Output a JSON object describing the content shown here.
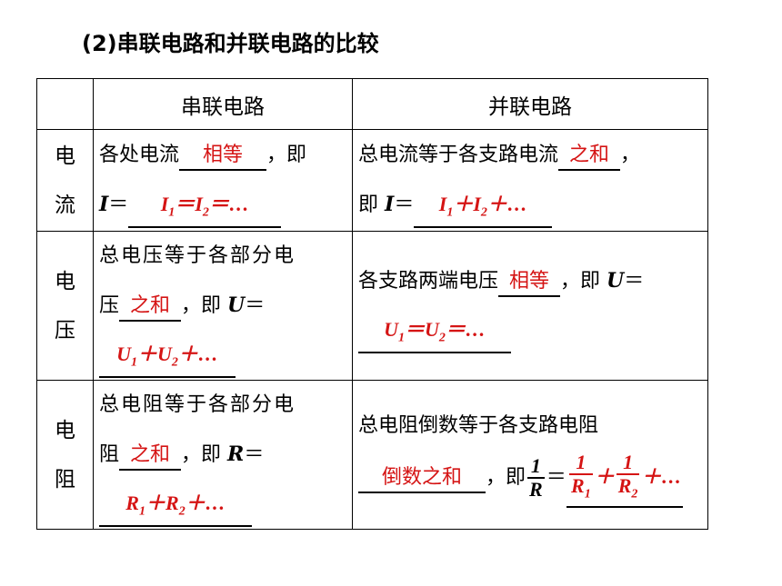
{
  "heading": "(2)串联电路和并联电路的比较",
  "columns": [
    "",
    "串联电路",
    "并联电路"
  ],
  "current": {
    "head1": "电",
    "head2": "流",
    "series_text": "各处电流",
    "series_blank": "相等",
    "series_suffix": "，即",
    "series_var": "I",
    "eq": "＝",
    "series_ans": {
      "a": "I",
      "s1": "1",
      "mid": "＝",
      "b": "I",
      "s2": "2",
      "tail": "＝…"
    },
    "parallel_text": "总电流等于各支路电流",
    "parallel_blank": "之和",
    "parallel_comma": "，",
    "parallel_prefix": "即",
    "parallel_var": "I",
    "parallel_ans": {
      "a": "I",
      "s1": "1",
      "mid": "＋",
      "b": "I",
      "s2": "2",
      "tail": "＋…"
    }
  },
  "voltage": {
    "head1": "电",
    "head2": "压",
    "series_text": "总电压等于各部分电",
    "series_text2": "压",
    "series_blank": "之和",
    "series_suffix": "，即",
    "series_var": "U",
    "series_ans": {
      "a": "U",
      "s1": "1",
      "mid": "＋",
      "b": "U",
      "s2": "2",
      "tail": "＋…"
    },
    "parallel_text": "各支路两端电压",
    "parallel_blank": "相等",
    "parallel_suffix": "，即",
    "parallel_var": "U",
    "parallel_ans": {
      "a": "U",
      "s1": "1",
      "mid": "＝",
      "b": "U",
      "s2": "2",
      "tail": "＝…"
    }
  },
  "resistance": {
    "head1": "电",
    "head2": "阻",
    "series_text": "总电阻等于各部分电",
    "series_text2": "阻",
    "series_blank": "之和",
    "series_suffix": "，即",
    "series_var": "R",
    "series_ans": {
      "a": "R",
      "s1": "1",
      "mid": "＋",
      "b": "R",
      "s2": "2",
      "tail": "＋…"
    },
    "parallel_text": "总电阻倒数等于各支路电阻",
    "parallel_blank": "倒数之和",
    "parallel_suffix": "，即",
    "frac_num": "1",
    "frac_den": "R",
    "ans_frac1_den": "R",
    "ans_frac1_sub": "1",
    "ans_plus": "＋",
    "ans_frac2_den": "R",
    "ans_frac2_sub": "2",
    "ans_tail": "＋…"
  }
}
